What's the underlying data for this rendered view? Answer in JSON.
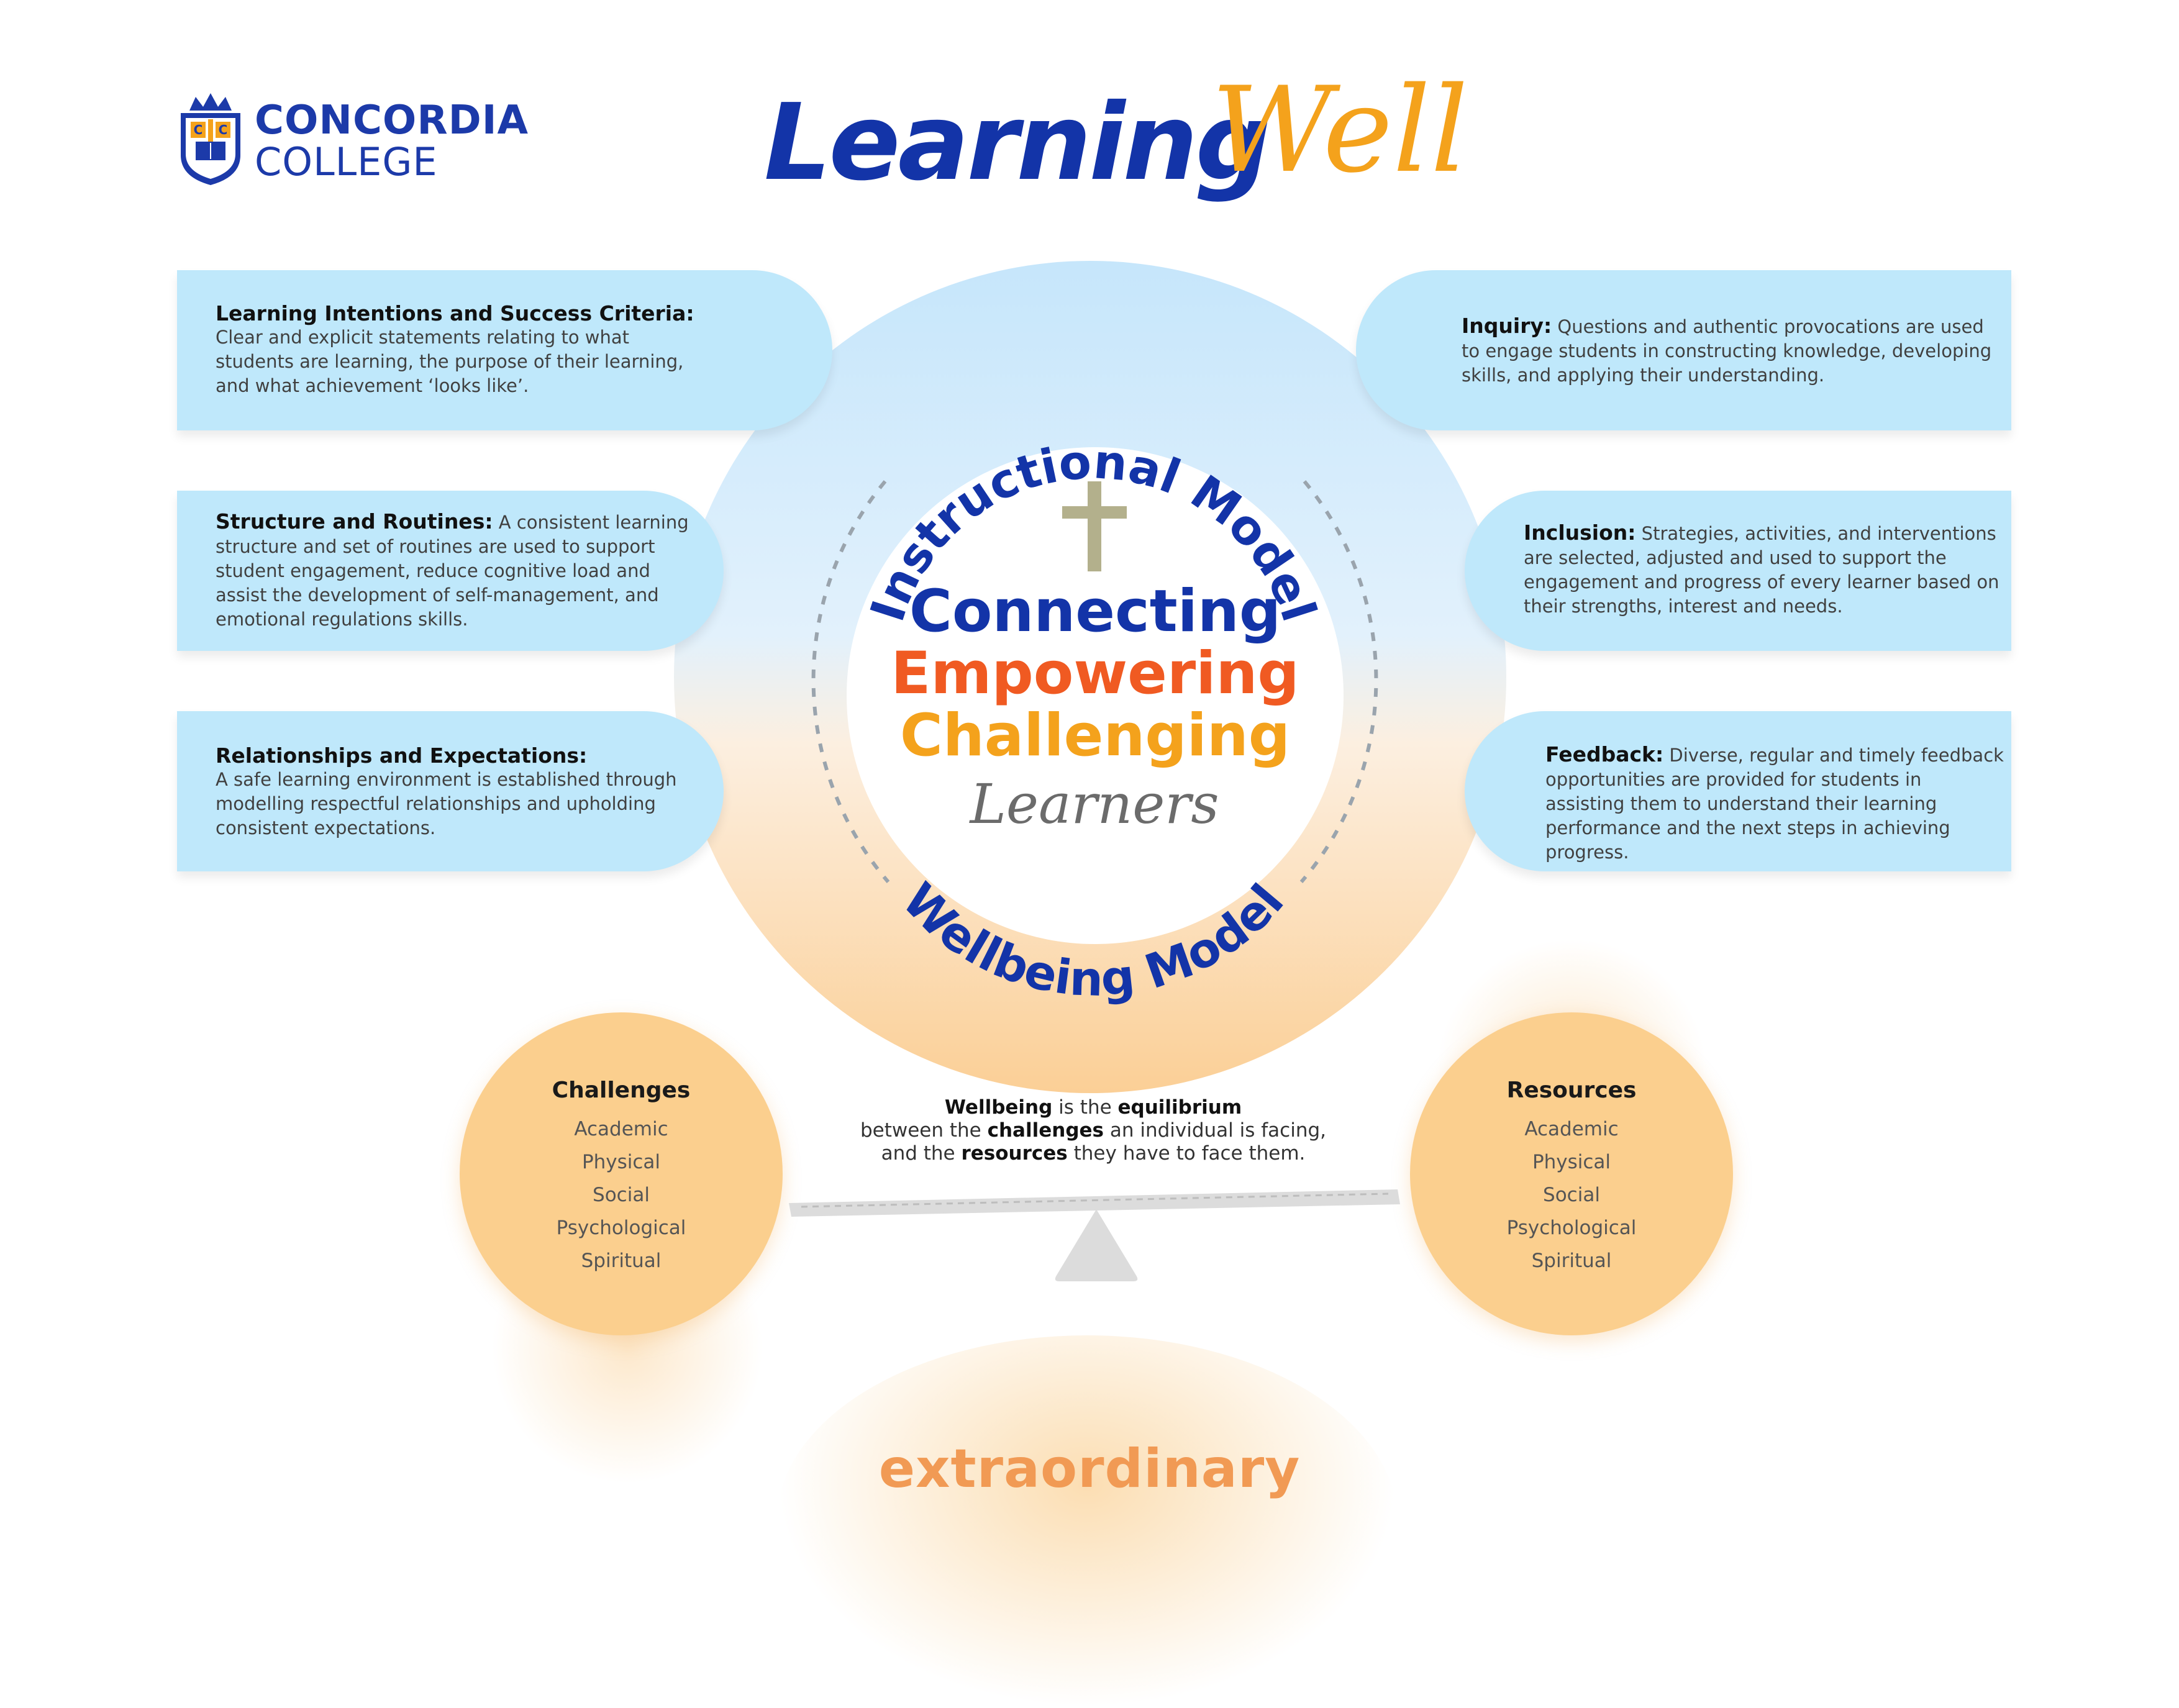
{
  "logo": {
    "line1": "CONCORDIA",
    "line2": "COLLEGE"
  },
  "title": {
    "part1": "Learning",
    "part2": "Well"
  },
  "ring": {
    "top_label": "Instructional Model",
    "bottom_label": "Wellbeing Model"
  },
  "center": {
    "word1": "Connecting",
    "word2": "Empowering",
    "word3": "Challenging",
    "word4": "Learners"
  },
  "cards_left": [
    {
      "heading": "Learning Intentions and Success Criteria:",
      "text": "Clear and explicit statements relating to what students are learning, the purpose of their learning, and what achievement ‘looks like’."
    },
    {
      "heading": "Structure and Routines:",
      "text": "A consistent learning structure and set of routines are used to support student engagement, reduce cognitive load and assist the development of self-management, and emotional regulations skills."
    },
    {
      "heading": "Relationships and Expectations:",
      "text": "A safe learning environment is established through modelling respectful relationships and upholding consistent expectations."
    }
  ],
  "cards_right": [
    {
      "heading": "Inquiry:",
      "text": "Questions and authentic provocations are used to engage students in constructing knowledge, developing skills, and applying their understanding."
    },
    {
      "heading": "Inclusion:",
      "text": "Strategies, activities, and interventions are selected, adjusted and used to support the engagement and progress of every learner based on their strengths, interest and needs."
    },
    {
      "heading": "Feedback:",
      "text": "Diverse, regular and timely feedback opportunities are provided for students in assisting them to understand their learning performance and the next steps in achieving progress."
    }
  ],
  "challenges": {
    "heading": "Challenges",
    "items": [
      "Academic",
      "Physical",
      "Social",
      "Psychological",
      "Spiritual"
    ]
  },
  "resources": {
    "heading": "Resources",
    "items": [
      "Academic",
      "Physical",
      "Social",
      "Psychological",
      "Spiritual"
    ]
  },
  "wellbeing": {
    "w1": "Wellbeing",
    "w2": " is the ",
    "w3": "equilibrium",
    "w4": "between the ",
    "w5": "challenges",
    "w6": " an individual is facing,",
    "w7": "and the ",
    "w8": "resources",
    "w9": " they have to face them."
  },
  "footer": "extraordinary",
  "colors": {
    "navy": "#1334a8",
    "orange_red": "#f05a22",
    "orange": "#f4a21c",
    "light_blue": "#bfe8fb",
    "peach": "#fbcf8e"
  }
}
